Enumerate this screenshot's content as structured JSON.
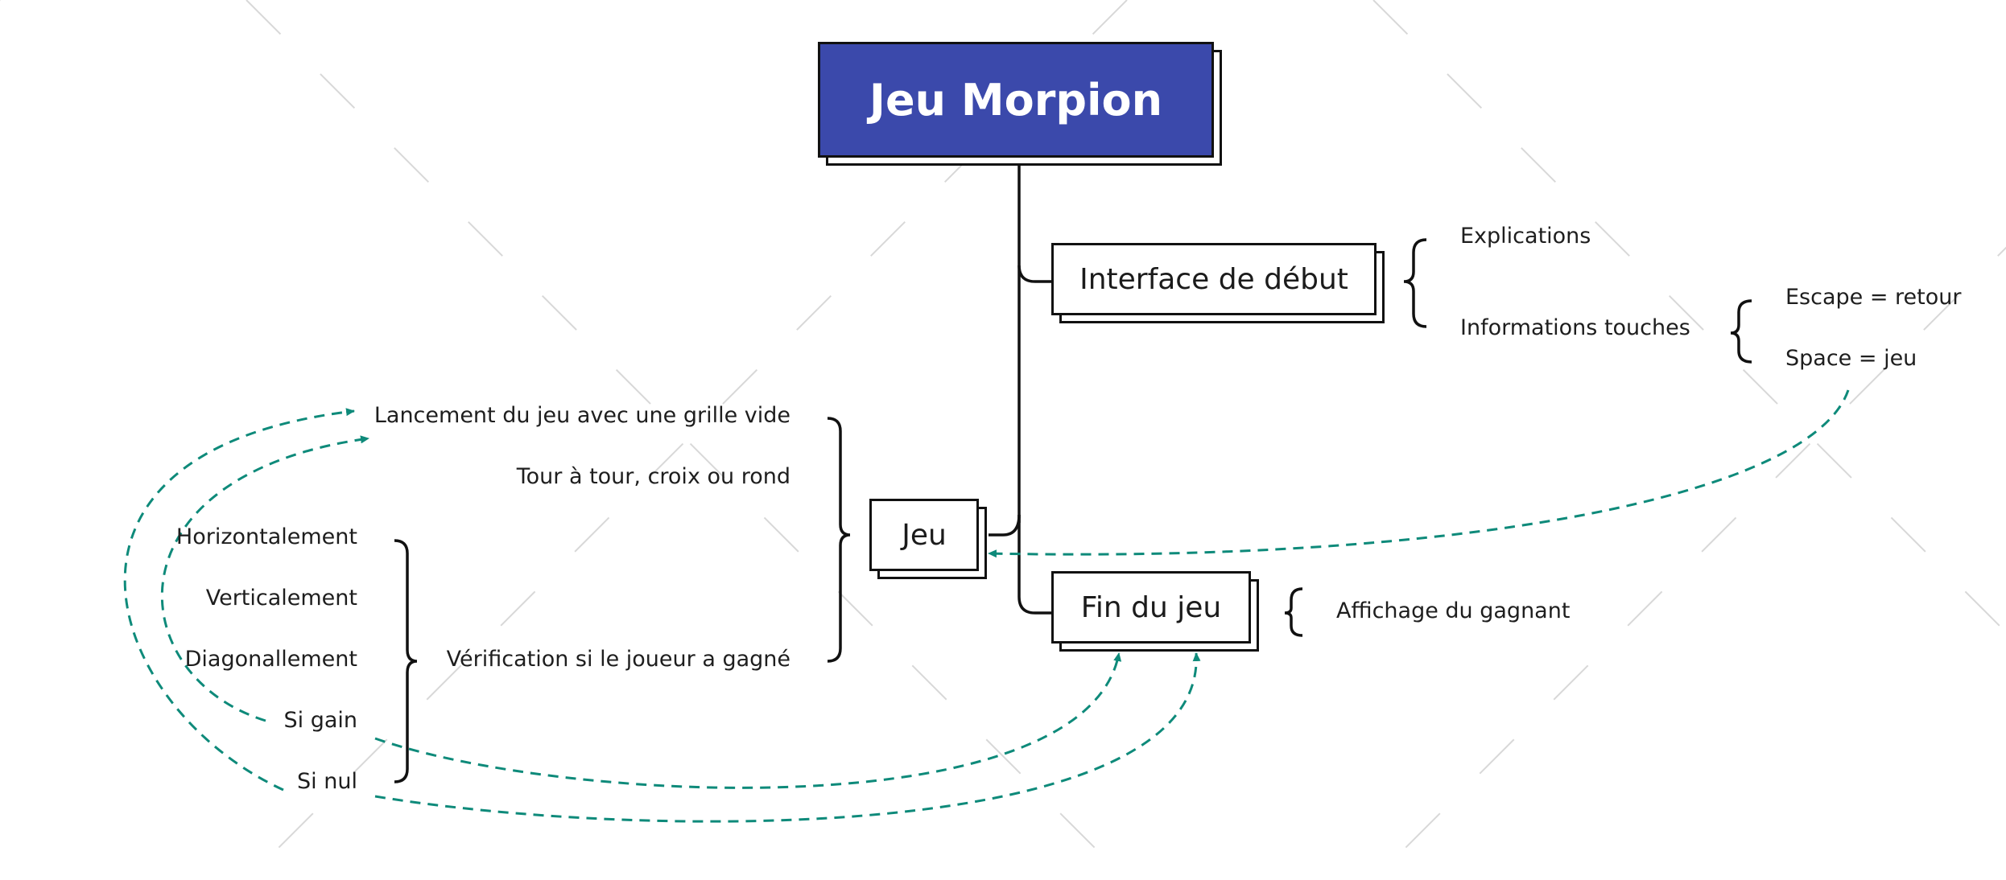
{
  "central": {
    "title": "Jeu Morpion"
  },
  "main_topics": {
    "interface": "Interface de début",
    "jeu": "Jeu",
    "fin": "Fin du jeu"
  },
  "interface_children": {
    "explications": "Explications",
    "informations": "Informations touches"
  },
  "touches": {
    "escape": "Escape = retour",
    "space": "Space = jeu"
  },
  "jeu_children": {
    "lancement": "Lancement du jeu avec une grille vide",
    "tour": "Tour à tour, croix ou rond",
    "verification": "Vérification si le joueur a gagné"
  },
  "verification_children": {
    "horizontal": "Horizontalement",
    "vertical": "Verticalement",
    "diagonal": "Diagonallement",
    "gain": "Si gain",
    "nul": "Si nul"
  },
  "fin_children": {
    "affichage": "Affichage du gagnant"
  },
  "colors": {
    "central_fill": "#3b49ab",
    "relationship_line": "#0e8a7a",
    "watermark": "#d8d8d8"
  }
}
